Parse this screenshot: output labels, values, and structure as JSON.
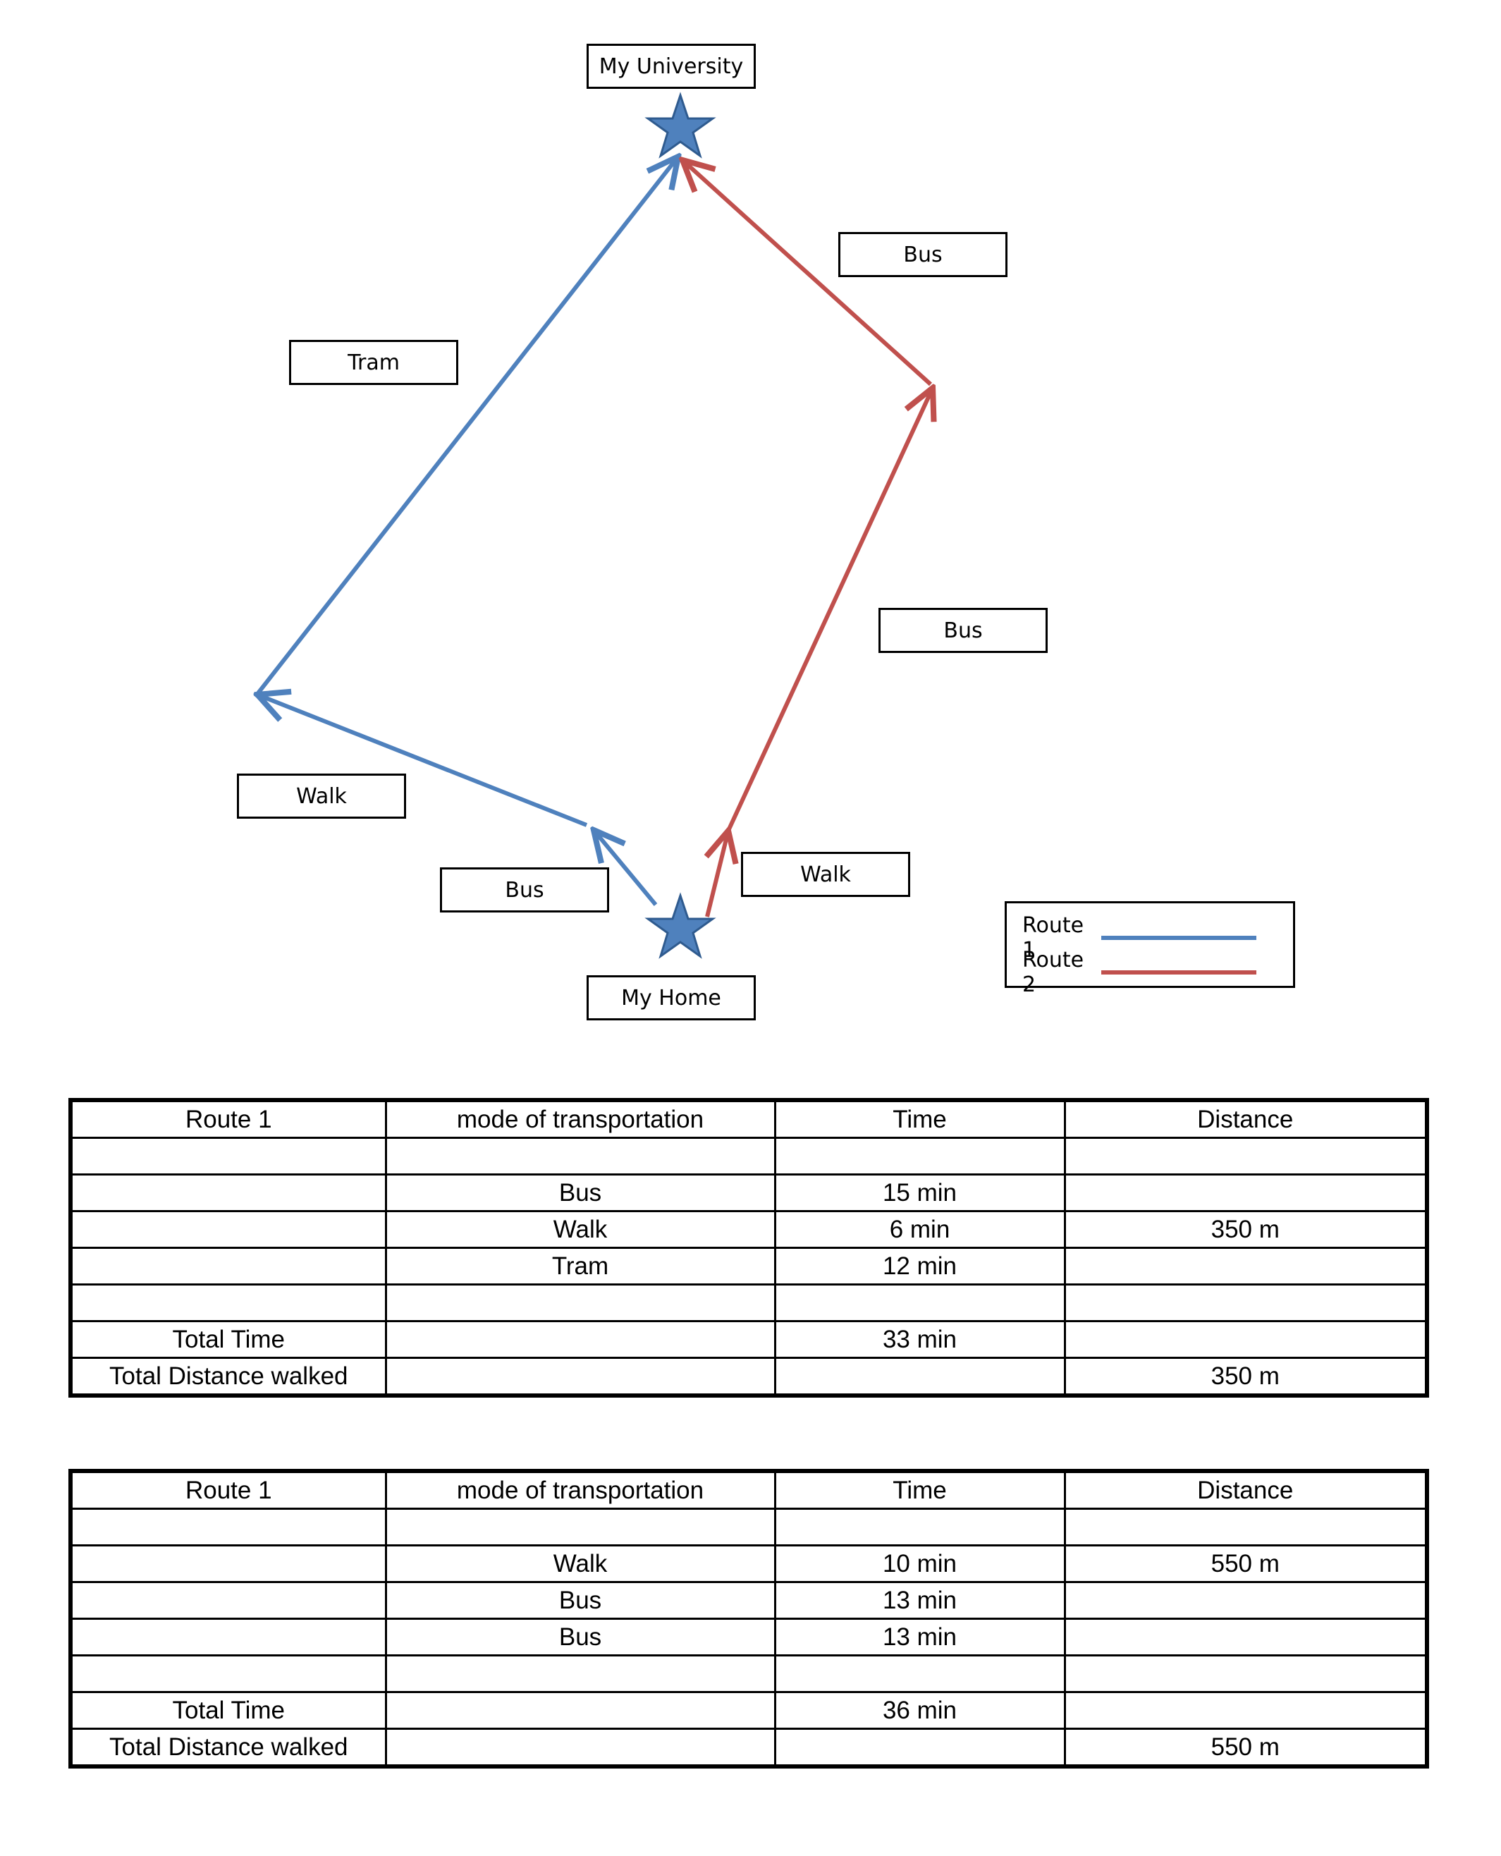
{
  "diagram": {
    "nodes": {
      "university": {
        "label": "My University",
        "icon": "star-icon"
      },
      "home": {
        "label": "My Home",
        "icon": "star-icon"
      }
    },
    "edge_labels": {
      "route1_bus": "Bus",
      "route1_walk": "Walk",
      "route1_tram": "Tram",
      "route2_walk": "Walk",
      "route2_bus_lower": "Bus",
      "route2_bus_upper": "Bus"
    },
    "legend": [
      {
        "label": "Route 1",
        "color": "#4f81bd"
      },
      {
        "label": "Route 2",
        "color": "#c0504d"
      }
    ],
    "colors": {
      "route1": "#4f81bd",
      "route2": "#c0504d",
      "star": "#4f81bd"
    }
  },
  "tables": [
    {
      "headers": [
        "Route 1",
        "mode of transportation",
        "Time",
        "Distance"
      ],
      "rows": [
        [
          "",
          "",
          "",
          ""
        ],
        [
          "",
          "Bus",
          "15 min",
          ""
        ],
        [
          "",
          "Walk",
          "6 min",
          "350 m"
        ],
        [
          "",
          "Tram",
          "12 min",
          ""
        ],
        [
          "",
          "",
          "",
          ""
        ],
        [
          "Total Time",
          "",
          "33 min",
          ""
        ],
        [
          "Total Distance walked",
          "",
          "",
          "350 m"
        ]
      ]
    },
    {
      "headers": [
        "Route 1",
        "mode of transportation",
        "Time",
        "Distance"
      ],
      "rows": [
        [
          "",
          "",
          "",
          ""
        ],
        [
          "",
          "Walk",
          "10 min",
          "550 m"
        ],
        [
          "",
          "Bus",
          "13 min",
          ""
        ],
        [
          "",
          "Bus",
          "13 min",
          ""
        ],
        [
          "",
          "",
          "",
          ""
        ],
        [
          "Total Time",
          "",
          "36 min",
          ""
        ],
        [
          "Total Distance walked",
          "",
          "",
          "550 m"
        ]
      ]
    }
  ]
}
